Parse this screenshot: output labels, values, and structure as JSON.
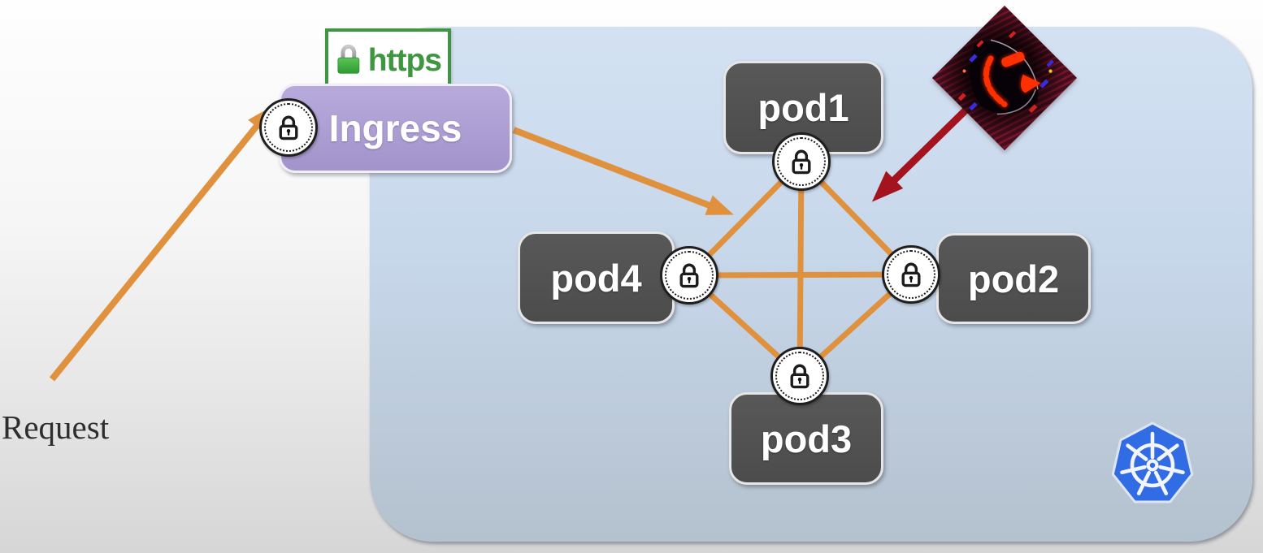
{
  "request": {
    "label": "Request"
  },
  "https_badge": {
    "label": "https",
    "icon": "green-padlock-icon"
  },
  "ingress": {
    "label": "Ingress",
    "icon": "tls-lock-badge"
  },
  "cluster": {
    "pods": [
      {
        "label": "pod1"
      },
      {
        "label": "pod2"
      },
      {
        "label": "pod3"
      },
      {
        "label": "pod4"
      }
    ],
    "logo_icon": "kubernetes-logo",
    "pod_lock_icon": "tls-lock-badge"
  },
  "attacker": {
    "icon": "hacker-attack-image"
  },
  "colors": {
    "traffic_orange": "#E0913E",
    "attack_red": "#A3141E",
    "cluster_blue_top": "#D3E1F3",
    "cluster_blue_bottom": "#B4C1CE",
    "ingress_purple": "#B0A3D6",
    "pod_gray": "#4F4F4F",
    "https_green": "#3E9641",
    "kubernetes_blue": "#326CE5"
  }
}
